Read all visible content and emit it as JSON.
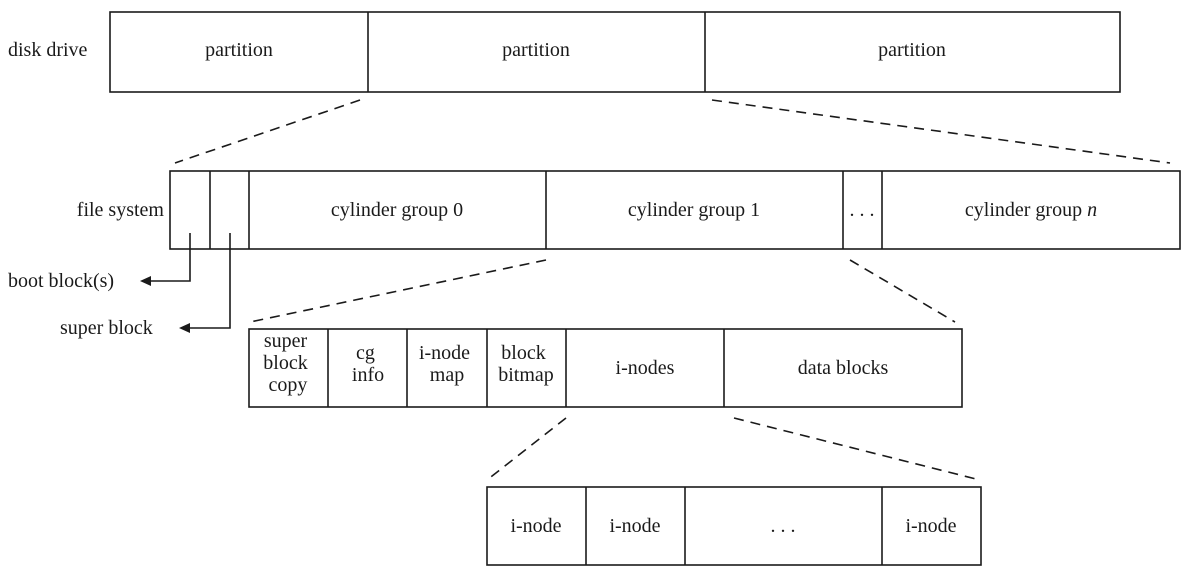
{
  "disk": {
    "label": "disk drive",
    "partitions": [
      "partition",
      "partition",
      "partition"
    ]
  },
  "filesystem": {
    "label": "file system",
    "cg0": "cylinder group 0",
    "cg1": "cylinder group 1",
    "ellipsis": ". . .",
    "cgn_prefix": "cylinder group ",
    "cgn_var": "n",
    "boot_label": "boot block(s)",
    "super_label": "super block"
  },
  "cylinder_group": {
    "super_copy": [
      "super",
      "block",
      "copy"
    ],
    "cg_info": [
      "cg",
      "info"
    ],
    "inode_map": [
      "i-node",
      "map"
    ],
    "block_bitmap": [
      "block",
      "bitmap"
    ],
    "inodes": "i-nodes",
    "data_blocks": "data blocks"
  },
  "inode_list": {
    "cells": [
      "i-node",
      "i-node",
      ". . .",
      "i-node"
    ]
  }
}
